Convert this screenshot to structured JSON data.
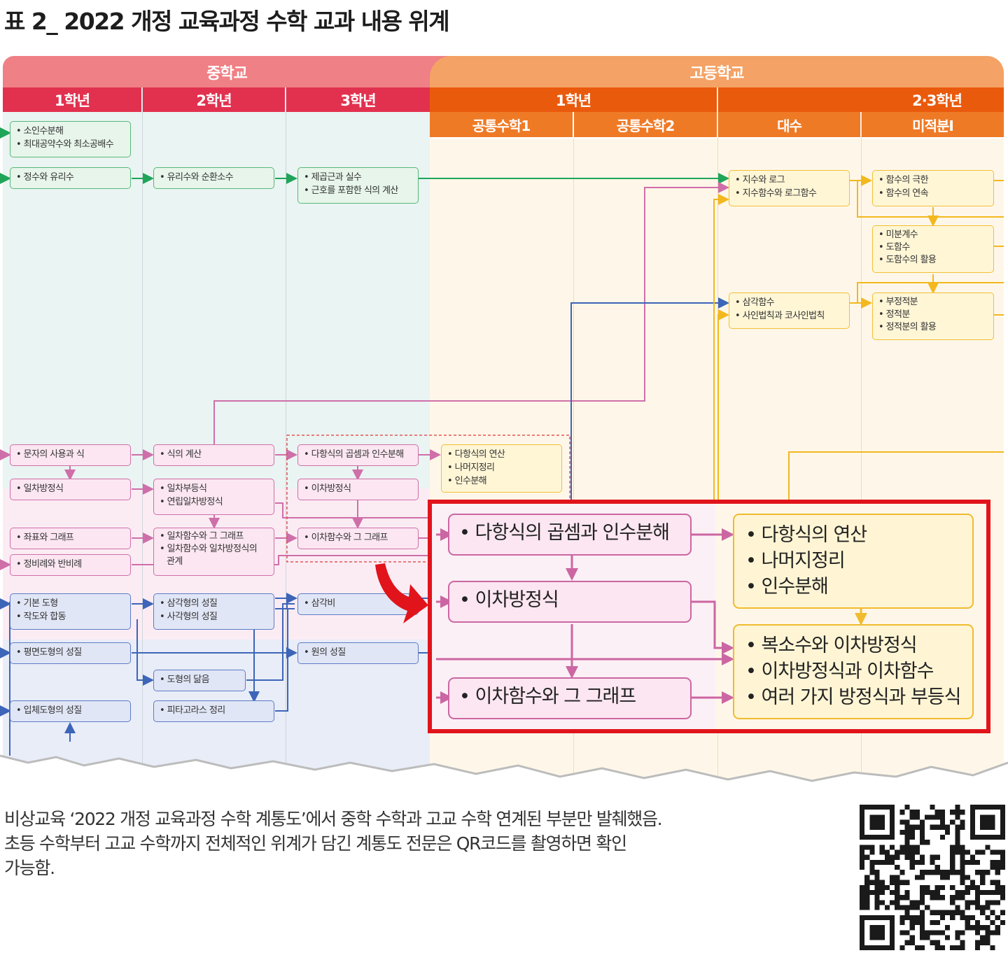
{
  "title": "표 2_ 2022 개정 교육과정 수학 교과 내용 위계",
  "header": {
    "middle_school": "중학교",
    "high_school": "고등학교",
    "ms_grades": [
      "1학년",
      "2학년",
      "3학년"
    ],
    "hs_grade_1": "1학년",
    "hs_grade_23": "2·3학년",
    "subjects": [
      "공통수학1",
      "공통수학2",
      "대수",
      "미적분Ⅰ"
    ]
  },
  "boxes": {
    "m1_prime": [
      "• 소인수분해",
      "• 최대공약수와 최소공배수"
    ],
    "m1_integer": [
      "• 정수와 유리수"
    ],
    "m2_rational": [
      "• 유리수와 순환소수"
    ],
    "m3_root": [
      "• 제곱근과 실수",
      "• 근호를 포함한 식의 계산"
    ],
    "h_exp": [
      "• 지수와 로그",
      "• 지수함수와 로그함수"
    ],
    "h_limit": [
      "• 함수의 극한",
      "• 함수의 연속"
    ],
    "h_diff": [
      "• 미분계수",
      "• 도함수",
      "• 도함수의 활용"
    ],
    "h_trig": [
      "• 삼각함수",
      "• 사인법칙과 코사인법칙"
    ],
    "h_integral": [
      "• 부정적분",
      "• 정적분",
      "• 정적분의 활용"
    ],
    "m1_letters": [
      "• 문자의 사용과 식"
    ],
    "m1_linear_eq": [
      "• 일차방정식"
    ],
    "m1_coord": [
      "• 좌표와 그래프"
    ],
    "m1_prop": [
      "• 정비례와 반비례"
    ],
    "m2_expr": [
      "• 식의 계산"
    ],
    "m2_ineq": [
      "• 일차부등식",
      "• 연립일차방정식"
    ],
    "m2_linfunc": [
      "• 일차함수와 그 그래프",
      "• 일차함수와 일차방정식의",
      "관계"
    ],
    "m3_poly": [
      "• 다항식의 곱셈과 인수분해"
    ],
    "m3_quad": [
      "• 이차방정식"
    ],
    "m3_quadfunc": [
      "• 이차함수와 그 그래프"
    ],
    "h_poly": [
      "• 다항식의 연산",
      "• 나머지정리",
      "• 인수분해"
    ],
    "m1_basic_fig": [
      "• 기본 도형",
      "• 작도와 합동"
    ],
    "m1_plane": [
      "• 평면도형의 성질"
    ],
    "m1_solid": [
      "• 입체도형의 성질"
    ],
    "m2_tri": [
      "• 삼각형의 성질",
      "• 사각형의 성질"
    ],
    "m2_similar": [
      "• 도형의 닮음"
    ],
    "m2_pyth": [
      "• 피타고라스 정리"
    ],
    "m3_trig_ratio": [
      "• 삼각비"
    ],
    "m3_circle": [
      "• 원의 성질"
    ]
  },
  "zoom": {
    "left_1": [
      "• 다항식의 곱셈과 인수분해"
    ],
    "left_2": [
      "• 이차방정식"
    ],
    "left_3": [
      "• 이차함수와 그 그래프"
    ],
    "right_1": [
      "• 다항식의 연산",
      "• 나머지정리",
      "• 인수분해"
    ],
    "right_2": [
      "• 복소수와 이차방정식",
      "• 이차방정식과 이차함수",
      "• 여러 가지 방정식과 부등식"
    ]
  },
  "caption": [
    "비상교육 ‘2022 개정 교육과정 수학 계통도’에서 중학 수학과 고교 수학 연계된 부분만 발췌했음.",
    "초등 수학부터 고교 수학까지 전체적인 위계가 담긴 계통도 전문은 QR코드를 촬영하면 확인",
    "가능함."
  ],
  "colors": {
    "middle_band": "#ef8085",
    "high_band": "#f4a265",
    "ms_grade_row": "#e2314f",
    "hs_grade_row": "#ea5a0c",
    "subject_row": "#ef7a26",
    "highlight": "#e1141c",
    "green_line": "#1fa55a",
    "pink_line": "#cf6fa9",
    "blue_line": "#3d65b8",
    "yellow_line": "#f2b81e"
  }
}
